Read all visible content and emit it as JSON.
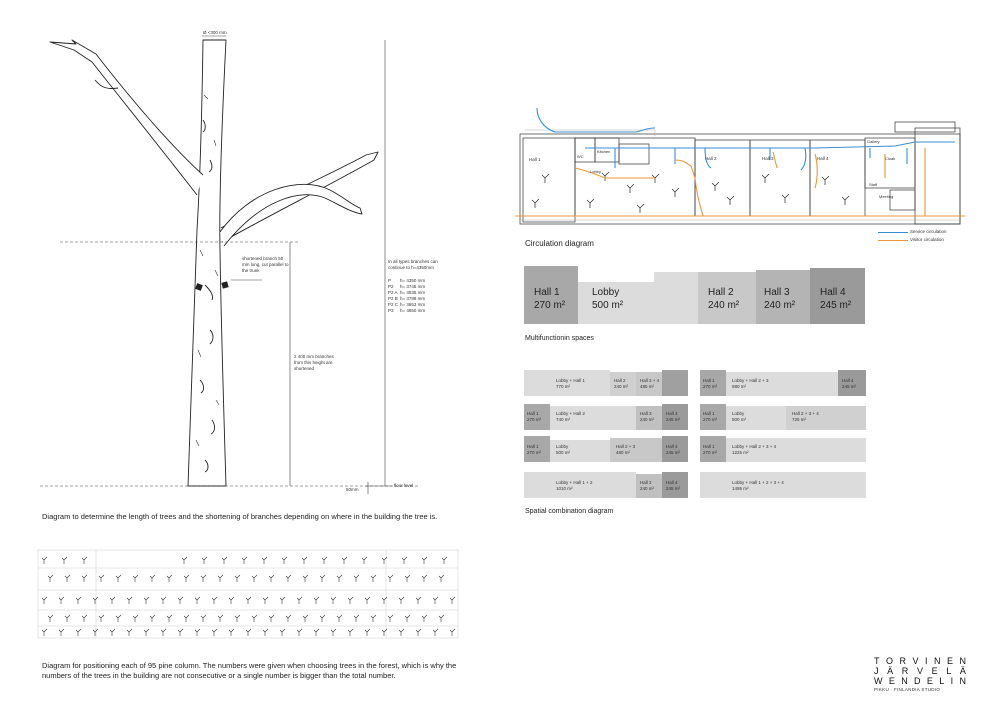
{
  "tree": {
    "diameter_label": "Ø <300 mm",
    "branch_note": "shortened branch 50 mm long, cut parallel to the trunk",
    "types_note": "In all types branches can continue to h=4350mm",
    "heights": [
      {
        "type": "P",
        "h": "h= 4350 mm"
      },
      {
        "type": "P2",
        "h": "h= 3745 mm"
      },
      {
        "type": "P2 A",
        "h": "h= 3535 mm"
      },
      {
        "type": "P2 B",
        "h": "h= 3788 mm"
      },
      {
        "type": "P2 C",
        "h": "h= 3653 mm"
      },
      {
        "type": "P3",
        "h": "h= 4850 mm"
      }
    ],
    "shorten_note": "2 400 mm branches from this height are shortened",
    "bottom_dim": "50mm",
    "floor_label": "floor level",
    "caption": "Diagram to determine the length of trees and the shortening of branches depending on where in the building the tree is."
  },
  "circulation": {
    "title": "Circulation diagram",
    "legend": [
      {
        "label": "Service circulation",
        "color": "#3a8fd0"
      },
      {
        "label": "Visitor circulation",
        "color": "#e8973a"
      }
    ],
    "rooms": [
      "Hall 1",
      "Lobby",
      "Kitchen",
      "Hall 2",
      "Hall 3",
      "Hall 4",
      "Staff",
      "Meeting",
      "Cloak",
      "Gallery",
      "WC"
    ]
  },
  "multifunction": {
    "title": "Multifunctionin spaces",
    "spaces": [
      {
        "name": "Hall 1",
        "area": "270 m²",
        "tone": "#a8a8a8"
      },
      {
        "name": "Lobby",
        "area": "500 m²",
        "tone": "#dcdcdc"
      },
      {
        "name": "Hall 2",
        "area": "240 m²",
        "tone": "#c8c8c8"
      },
      {
        "name": "Hall 3",
        "area": "240 m²",
        "tone": "#b4b4b4"
      },
      {
        "name": "Hall 4",
        "area": "245 m²",
        "tone": "#9a9a9a"
      }
    ]
  },
  "spatial": {
    "title": "Spatial combination diagram",
    "labels": {
      "l1_a": "Lobby + Hall 1",
      "l1_a_area": "770 m²",
      "l1_b": "Hall 2",
      "l1_b_area": "240 m²",
      "l1_c": "Hall 3 + 4",
      "l1_c_area": "485 m²",
      "l2_a": "Hall 1",
      "l2_a_area": "270 m²",
      "l2_b": "Lobby + Hall 2",
      "l2_b_area": "740 m²",
      "l2_c": "Hall 3",
      "l2_c_area": "240 m²",
      "l2_d": "Hall 4",
      "l2_d_area": "245 m²",
      "l3_a": "Hall 1",
      "l3_a_area": "270 m²",
      "l3_b": "Lobby",
      "l3_b_area": "500 m²",
      "l3_c": "Hall 2 + 3",
      "l3_c_area": "480 m²",
      "l3_d": "Hall 4",
      "l3_d_area": "245 m²",
      "l4_a": "Lobby + Hall 1 + 2",
      "l4_a_area": "1010 m²",
      "l4_b": "Hall 3",
      "l4_b_area": "240 m²",
      "l4_c": "Hall 4",
      "l4_c_area": "245 m²",
      "r1_a": "Hall 1",
      "r1_a_area": "270 m²",
      "r1_b": "Lobby + Hall 2 + 3",
      "r1_b_area": "980 m²",
      "r1_c": "Hall 4",
      "r1_c_area": "245 m²",
      "r2_a": "Hall 1",
      "r2_a_area": "270 m²",
      "r2_b": "Lobby",
      "r2_b_area": "500 m²",
      "r2_c": "Hall 2 + 3 + 4",
      "r2_c_area": "725 m²",
      "r3_a": "Hall 1",
      "r3_a_area": "270 m²",
      "r3_b": "Lobby + Hall 2 + 3 + 4",
      "r3_b_area": "1225 m²",
      "r4_a": "Lobby + Hall 1 + 2 + 3 + 4",
      "r4_a_area": "1495 m²"
    }
  },
  "columns": {
    "caption_line1": "Diagram for positioning each of 95 pine column. The numbers were given when choosing trees in the forest, which is why the",
    "caption_line2": "numbers of the trees in the building are not consecutive or a single number is bigger than the total number."
  },
  "logo": {
    "row1": [
      "T",
      "O",
      "R",
      "V",
      "I",
      "N",
      "E",
      "N"
    ],
    "row2": [
      "J",
      "Ä",
      "R",
      "V",
      "E",
      "L",
      "Ä"
    ],
    "row3": [
      "W",
      "E",
      "N",
      "D",
      "E",
      "L",
      "I",
      "N"
    ],
    "sub": "PIKKU · FINLANDIA STUDIO"
  }
}
